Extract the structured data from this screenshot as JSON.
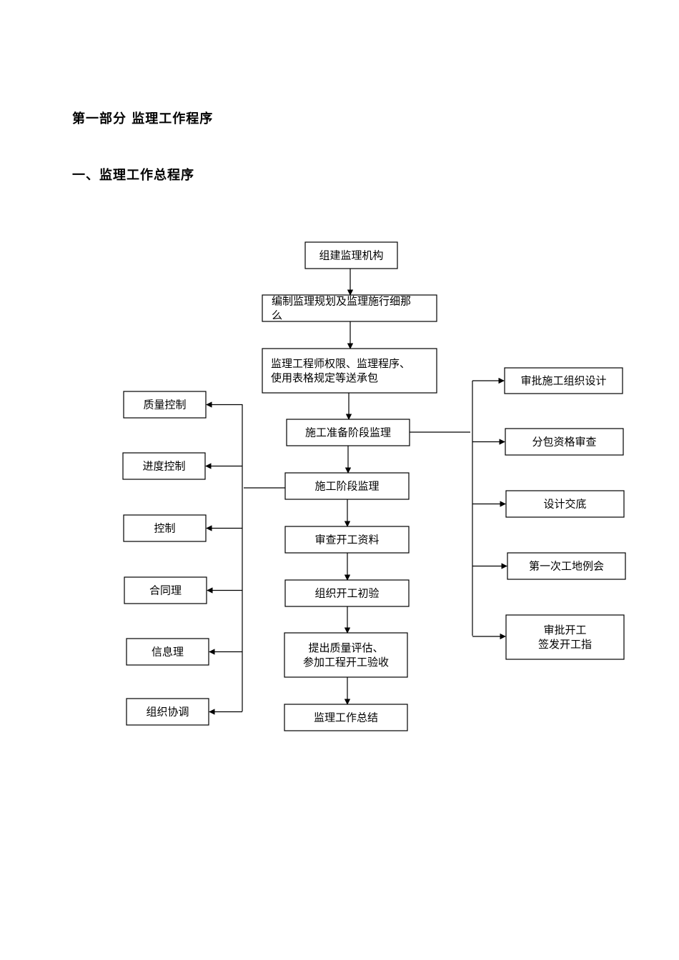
{
  "headings": {
    "part": "第一部分  监理工作程序",
    "section": "一、监理工作总程序"
  },
  "flow": {
    "center": [
      [
        "组建监理机构"
      ],
      [
        "编制监理规划及监理施行细那",
        "么"
      ],
      [
        "监理工程师权限、监理程序、",
        "使用表格规定等送承包"
      ],
      [
        "施工准备阶段监理"
      ],
      [
        "施工阶段监理"
      ],
      [
        "审查开工资料"
      ],
      [
        "组织开工初验"
      ],
      [
        "提出质量评估、",
        "参加工程开工验收"
      ],
      [
        "监理工作总结"
      ]
    ],
    "left": [
      [
        "质量控制"
      ],
      [
        "进度控制"
      ],
      [
        "控制"
      ],
      [
        "合同理"
      ],
      [
        "信息理"
      ],
      [
        "组织协调"
      ]
    ],
    "right": [
      [
        "审批施工组织设计"
      ],
      [
        "分包资格审查"
      ],
      [
        "设计交底"
      ],
      [
        "第一次工地例会"
      ],
      [
        "审批开工",
        "签发开工指"
      ]
    ]
  }
}
